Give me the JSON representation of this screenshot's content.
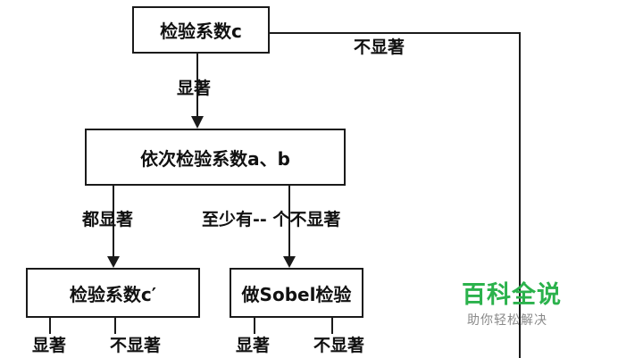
{
  "boxes": {
    "test_c": "检验系数c",
    "test_ab": "依次检验系数a、b",
    "test_c_prime": "检验系数c′",
    "sobel": "做Sobel检验"
  },
  "labels": {
    "c_not_significant": "不显著",
    "c_significant": "显著",
    "ab_all_significant": "都显著",
    "ab_at_least_one_not": "至少有-- 个不显著",
    "cp_significant": "显著",
    "cp_not_significant": "不显著",
    "sobel_significant": "显著",
    "sobel_not_significant": "不显著"
  },
  "watermark": {
    "main": "百科全说",
    "sub": "助你轻松解决",
    "color": "#2bb24c"
  }
}
